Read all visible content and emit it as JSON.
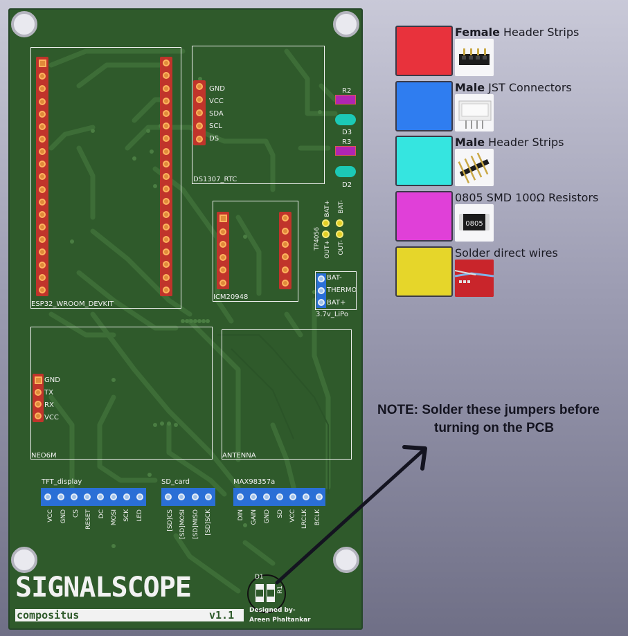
{
  "board": {
    "colors": {
      "pcb": "#2f5a2b",
      "silk": "#f2f2f2",
      "female": "#e8323c",
      "jst": "#2f7df0",
      "male_header": "#35e5e0",
      "resistor": "#e040d8",
      "wire": "#e6d62a"
    },
    "modules": {
      "esp32": "ESP32_WROOM_DEVKIT",
      "rtc": "DS1307_RTC",
      "icm": "ICM20948",
      "neo": "NEO6M",
      "antenna": "ANTENNA",
      "tp": "TP4056",
      "lipo": "3.7v_LiPo",
      "tft": "TFT_display",
      "sd": "SD_card",
      "max": "MAX98357a"
    },
    "rtc_pins": [
      "GND",
      "VCC",
      "SDA",
      "SCL",
      "DS"
    ],
    "neo_pins": [
      "GND",
      "TX",
      "RX",
      "VCC"
    ],
    "lipo_pins": [
      "BAT-",
      "THERMO",
      "BAT+"
    ],
    "tp_top": [
      "BAT+",
      "BAT-"
    ],
    "tp_bottom": [
      "OUT+",
      "OUT-"
    ],
    "tft_pins": [
      "VCC",
      "GND",
      "CS",
      "RESET",
      "DC",
      "MOSI",
      "SCK",
      "LED"
    ],
    "sd_pins": [
      "[SD]CS",
      "[SD]MOSI",
      "[SD]MISO",
      "[SD]SCK"
    ],
    "max_pins": [
      "DIN",
      "GAIN",
      "GND",
      "SD",
      "VCC",
      "LRCLK",
      "BCLK"
    ],
    "parts": {
      "r2": "R2",
      "r3": "R3",
      "d3": "D3",
      "d2": "D2",
      "d1": "D1",
      "r1": "R1"
    },
    "title": "SIGNALSCOPE",
    "subtitle": "compositus",
    "version": "v1.1",
    "credit_line1": "Designed by-",
    "credit_line2": "Areen Phaltankar"
  },
  "legend": [
    {
      "bold": "Female",
      "text": " Header Strips",
      "color": "#e8323c",
      "icon": "female-header-icon"
    },
    {
      "bold": "Male",
      "text": " JST Connectors",
      "color": "#2f7df0",
      "icon": "jst-connector-icon"
    },
    {
      "bold": "Male",
      "text": " Header Strips",
      "color": "#35e5e0",
      "icon": "male-header-icon"
    },
    {
      "bold": "",
      "text": "0805 SMD 100Ω Resistors",
      "color": "#e040d8",
      "icon": "smd-resistor-icon"
    },
    {
      "bold": "",
      "text": "Solder direct wires",
      "color": "#e6d62a",
      "icon": "solder-wire-icon"
    }
  ],
  "resistor_marking": "0805",
  "note": {
    "line1": "NOTE: Solder these jumpers before",
    "line2": "turning on the PCB"
  }
}
